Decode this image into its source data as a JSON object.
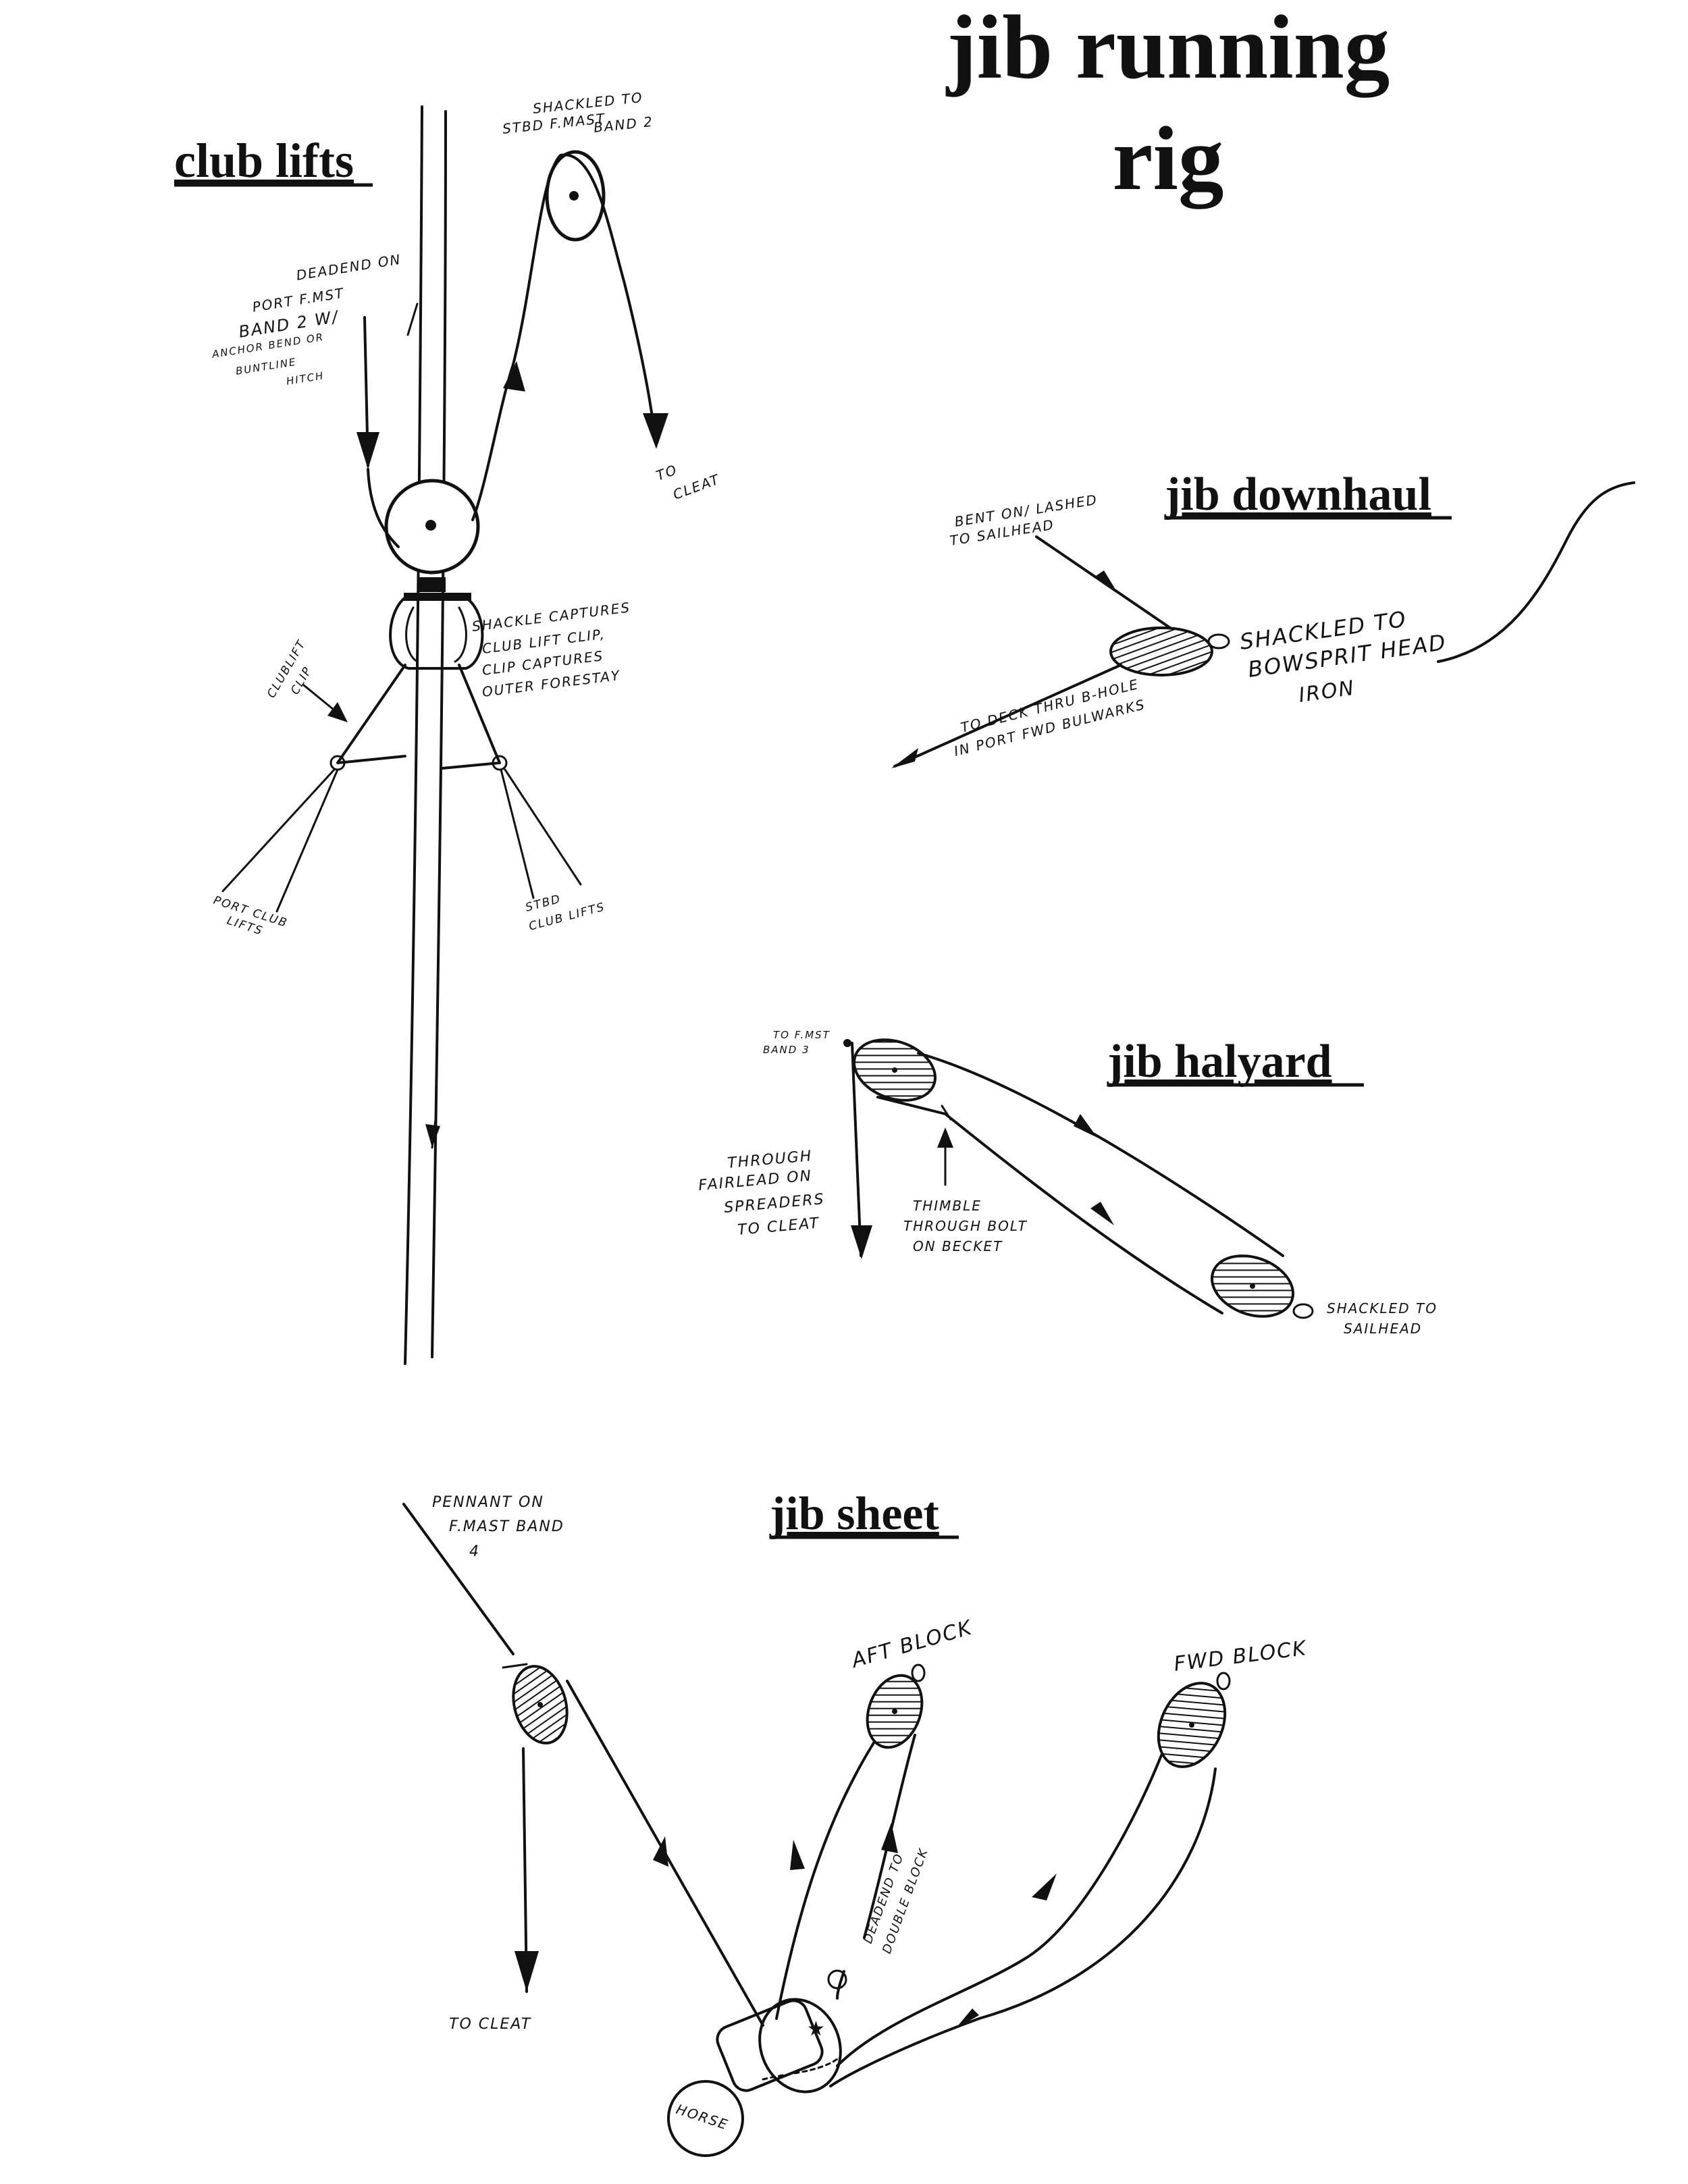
{
  "title": {
    "line1": "jib running",
    "line2": "rig"
  },
  "sections": {
    "club_lifts": {
      "heading": "club lifts",
      "labels": {
        "shackled_to": [
          "SHACKLED TO",
          "STBD F.MAST",
          "BAND 2"
        ],
        "deadend": [
          "DEADEND ON",
          "PORT F.MST",
          "BAND 2 W/",
          "ANCHOR BEND OR",
          "BUNTLINE",
          "HITCH"
        ],
        "to_cleat": [
          "TO",
          "CLEAT"
        ],
        "shackle_captures": [
          "SHACKLE CAPTURES",
          "CLUB LIFT CLIP,",
          "CLIP CAPTURES",
          "OUTER FORESTAY"
        ],
        "club_lift_clip": [
          "CLUBLIFT",
          "CLIP"
        ],
        "port_club_lifts": [
          "PORT CLUB",
          "LIFTS"
        ],
        "stbd_club_lifts": [
          "STBD",
          "CLUB LIFTS"
        ]
      }
    },
    "jib_downhaul": {
      "heading": "jib downhaul",
      "labels": {
        "bent_on": [
          "BENT ON/ LASHED",
          "TO SAILHEAD"
        ],
        "shackled_to": [
          "SHACKLED TO",
          "BOWSPRIT HEAD",
          "IRON"
        ],
        "to_deck": [
          "TO DECK THRU B-HOLE",
          "IN PORT FWD BULWARKS"
        ]
      }
    },
    "jib_halyard": {
      "heading": "jib halyard",
      "labels": {
        "to_fmst": [
          "TO F.MST",
          "BAND 3"
        ],
        "through_fairlead": [
          "THROUGH",
          "FAIRLEAD ON",
          "SPREADERS",
          "TO CLEAT"
        ],
        "thimble": [
          "THIMBLE",
          "THROUGH BOLT",
          "ON BECKET"
        ],
        "shackled_to": [
          "SHACKLED TO",
          "SAILHEAD"
        ]
      }
    },
    "jib_sheet": {
      "heading": "jib sheet",
      "labels": {
        "pennant": [
          "PENNANT ON",
          "F.MAST BAND",
          "4"
        ],
        "aft_block": [
          "AFT BLOCK"
        ],
        "fwd_block": [
          "FWD BLOCK"
        ],
        "deadend": [
          "DEADEND TO",
          "DOUBLE BLOCK"
        ],
        "to_cleat": [
          "TO CLEAT"
        ],
        "horse": [
          "HORSE"
        ]
      }
    }
  }
}
